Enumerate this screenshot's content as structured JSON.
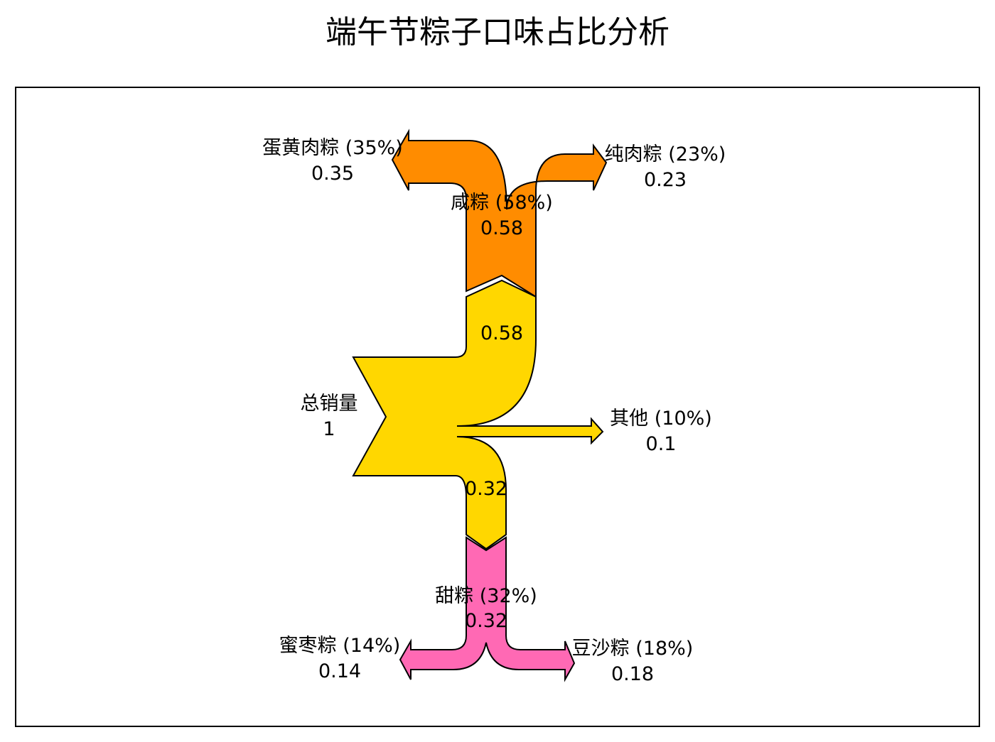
{
  "chart_data": {
    "type": "sankey",
    "title": "端午节粽子口味占比分析",
    "colors": {
      "total": "#FFD700",
      "savory": "#FF8C00",
      "sweet": "#FF69B4",
      "outline": "#000000"
    },
    "nodes": {
      "total": {
        "name": "总销量",
        "value": "1"
      },
      "savory": {
        "name": "咸粽 (58%)",
        "value": "0.58"
      },
      "sweet": {
        "name": "甜粽 (32%)",
        "value": "0.32"
      },
      "other": {
        "name": "其他 (10%)",
        "value": "0.1"
      },
      "egg_meat": {
        "name": "蛋黄肉粽 (35%)",
        "value": "0.35"
      },
      "pure_meat": {
        "name": "纯肉粽 (23%)",
        "value": "0.23"
      },
      "jujube": {
        "name": "蜜枣粽 (14%)",
        "value": "0.14"
      },
      "bean_paste": {
        "name": "豆沙粽 (18%)",
        "value": "0.18"
      }
    },
    "flows": [
      {
        "source": "总销量",
        "target": "咸粽",
        "value": 0.58,
        "label": "0.58"
      },
      {
        "source": "总销量",
        "target": "其他",
        "value": 0.1
      },
      {
        "source": "总销量",
        "target": "甜粽",
        "value": 0.32,
        "label": "0.32"
      },
      {
        "source": "咸粽",
        "target": "蛋黄肉粽",
        "value": 0.35
      },
      {
        "source": "咸粽",
        "target": "纯肉粽",
        "value": 0.23
      },
      {
        "source": "甜粽",
        "target": "蜜枣粽",
        "value": 0.14
      },
      {
        "source": "甜粽",
        "target": "豆沙粽",
        "value": 0.18
      }
    ]
  }
}
